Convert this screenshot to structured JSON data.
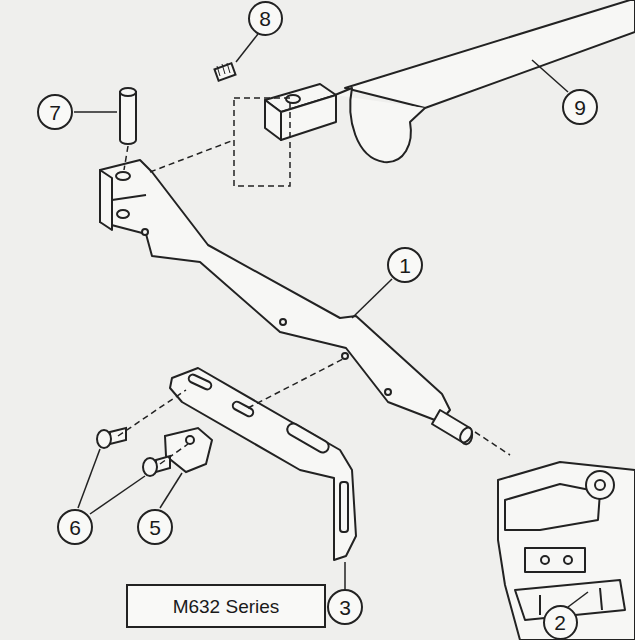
{
  "diagram": {
    "nodes": [
      {
        "text": [
          "8"
        ]
      },
      {
        "text": [
          "7"
        ]
      },
      {
        "text": [
          "9"
        ]
      },
      {
        "text": [
          "1"
        ]
      },
      {
        "text": [
          "6"
        ]
      },
      {
        "text": [
          "5"
        ]
      },
      {
        "text": [
          "M632 Series"
        ]
      },
      {
        "text": [
          "3"
        ]
      },
      {
        "text": [
          "2"
        ]
      }
    ]
  }
}
